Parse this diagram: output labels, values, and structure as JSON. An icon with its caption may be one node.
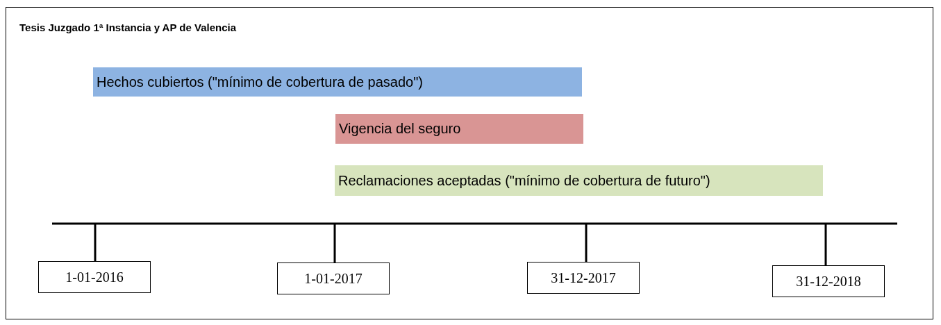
{
  "diagram": {
    "title": "Tesis Juzgado 1ª Instancia y AP de Valencia",
    "nodes": [
      {
        "text": [
          "Hechos cubiertos (\"mínimo de cobertura de pasado\")"
        ]
      },
      {
        "text": [
          "Vigencia del seguro"
        ]
      },
      {
        "text": [
          "Reclamaciones aceptadas (\"mínimo de cobertura de futuro\")"
        ]
      },
      {
        "text": [
          "1-01-2016"
        ]
      },
      {
        "text": [
          "1-01-2017"
        ]
      },
      {
        "text": [
          "31-12-2017"
        ]
      },
      {
        "text": [
          "31-12-2018"
        ]
      }
    ],
    "edges": []
  }
}
